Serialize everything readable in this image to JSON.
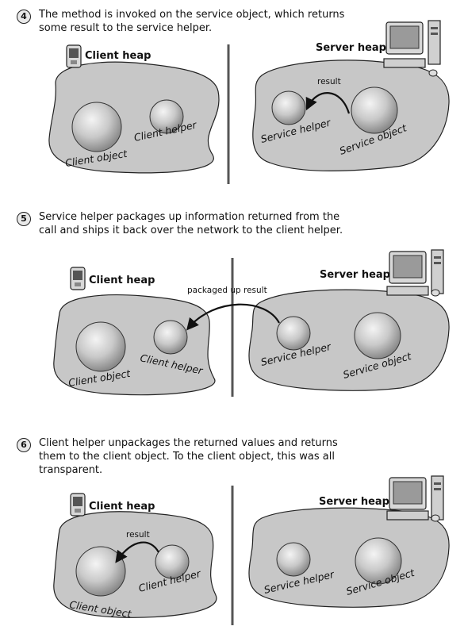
{
  "steps": [
    {
      "number": "4",
      "text": "The method is invoked on the service object, which returns some result to the service helper.",
      "client_heap": "Client heap",
      "server_heap": "Server heap",
      "client_object": "Client object",
      "client_helper": "Client helper",
      "service_helper": "Service helper",
      "service_object": "Service object",
      "arrow_label": "result"
    },
    {
      "number": "5",
      "text": "Service helper packages up information returned from the call and ships it back over the network to the client helper.",
      "client_heap": "Client heap",
      "server_heap": "Server heap",
      "client_object": "Client object",
      "client_helper": "Client helper",
      "service_helper": "Service helper",
      "service_object": "Service object",
      "arrow_label": "packaged up result"
    },
    {
      "number": "6",
      "text": "Client helper unpackages the returned values and returns them to the client object.  To the client object, this was all transparent.",
      "client_heap": "Client heap",
      "server_heap": "Server heap",
      "client_object": "Client object",
      "client_helper": "Client helper",
      "service_helper": "Service helper",
      "service_object": "Service object",
      "arrow_label": "result"
    }
  ],
  "icons": {
    "phone": "handheld-device-icon",
    "computer": "desktop-computer-icon"
  }
}
